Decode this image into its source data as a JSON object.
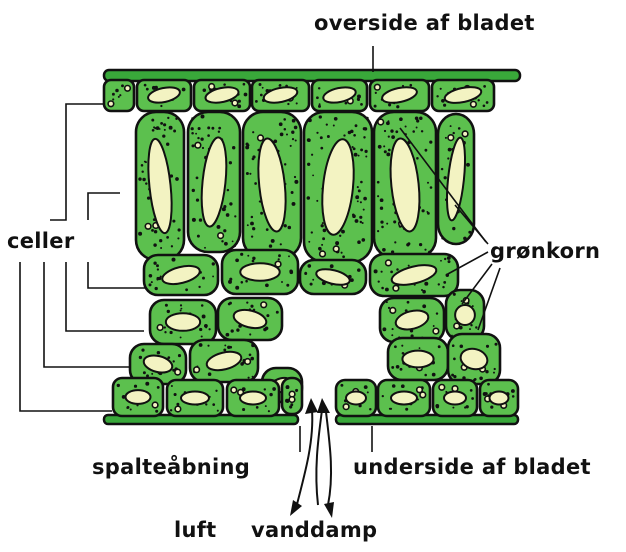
{
  "diagram": {
    "labels": {
      "top": "overside af bladet",
      "bottom": "underside af bladet",
      "cells": "celler",
      "chloroplasts": "grønkorn",
      "stoma": "spalteåbning",
      "air": "luft",
      "vapor": "vanddamp"
    },
    "colors": {
      "cell_fill": "#5cc04e",
      "cuticle": "#39a83a",
      "vacuole": "#f3f3c2",
      "outline": "#111111"
    }
  }
}
